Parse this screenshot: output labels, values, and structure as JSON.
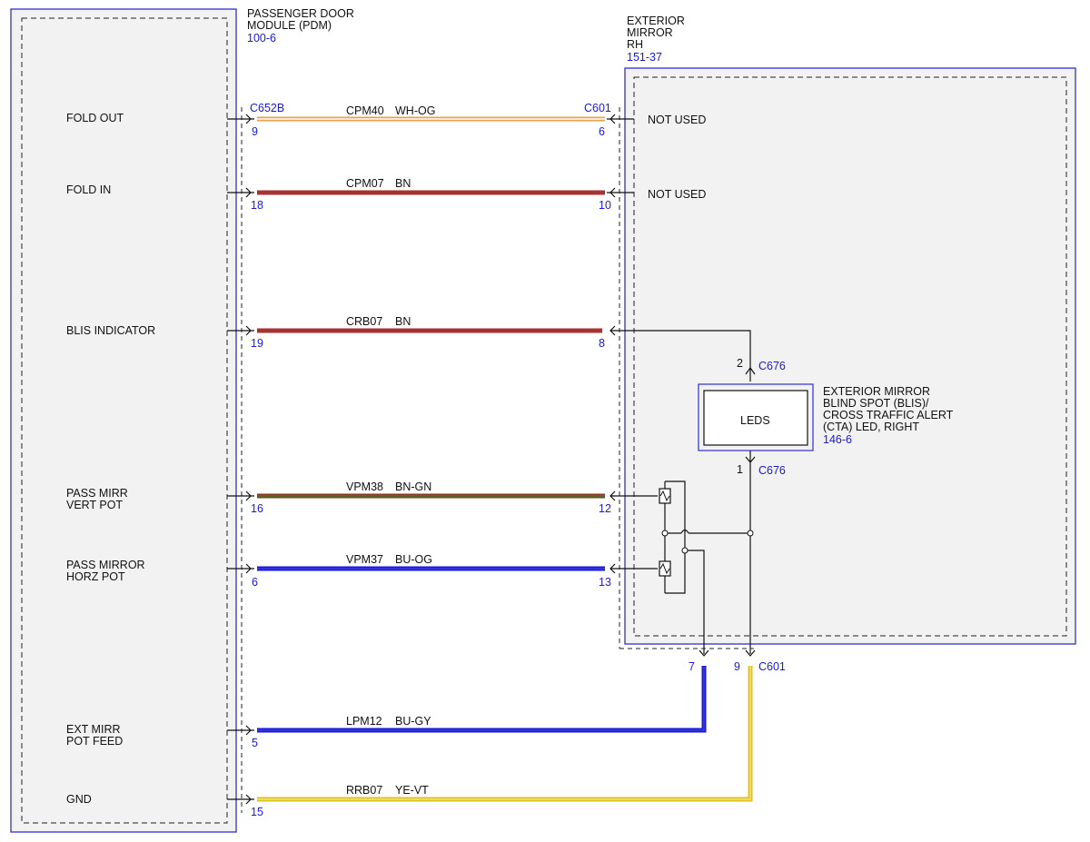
{
  "modules": {
    "pdm": {
      "title_line1": "PASSENGER DOOR",
      "title_line2": "MODULE (PDM)",
      "ref": "100-6"
    },
    "mirror": {
      "title_line1": "EXTERIOR",
      "title_line2": "MIRROR",
      "title_line3": "RH",
      "ref": "151-37"
    },
    "led": {
      "label": "LEDS",
      "title_line1": "EXTERIOR MIRROR",
      "title_line2": "BLIND SPOT (BLIS)/",
      "title_line3": "CROSS TRAFFIC ALERT",
      "title_line4": "(CTA) LED, RIGHT",
      "ref": "146-6"
    }
  },
  "pdm_functions": {
    "fold_out": "FOLD OUT",
    "fold_in": "FOLD IN",
    "blis": "BLIS INDICATOR",
    "vert_line1": "PASS MIRR",
    "vert_line2": "VERT POT",
    "horz_line1": "PASS MIRROR",
    "horz_line2": "HORZ POT",
    "feed_line1": "EXT MIRR",
    "feed_line2": "POT FEED",
    "gnd": "GND"
  },
  "mirror_functions": {
    "fold_out": "NOT USED",
    "fold_in": "NOT USED"
  },
  "connectors": {
    "pdm": "C652B",
    "mirror": "C601",
    "led_top": "C676",
    "led_bottom": "C676",
    "mirror_bottom": "C601"
  },
  "circuits": [
    {
      "id": "fold_out",
      "circuit": "CPM40",
      "color": "WH-OG",
      "pdm_pin": "9",
      "mirror_pin": "6",
      "stroke": "#e8a24a",
      "stripe": "#ffffff"
    },
    {
      "id": "fold_in",
      "circuit": "CPM07",
      "color": "BN",
      "pdm_pin": "18",
      "mirror_pin": "10",
      "stroke": "#a83232"
    },
    {
      "id": "blis",
      "circuit": "CRB07",
      "color": "BN",
      "pdm_pin": "19",
      "mirror_pin": "8",
      "stroke": "#a83232"
    },
    {
      "id": "vert",
      "circuit": "VPM38",
      "color": "BN-GN",
      "pdm_pin": "16",
      "mirror_pin": "12",
      "stroke": "#8a3a22",
      "stripe": "#3e7a2a"
    },
    {
      "id": "horz",
      "circuit": "VPM37",
      "color": "BU-OG",
      "pdm_pin": "6",
      "mirror_pin": "13",
      "stroke": "#1a1ad6",
      "stripe": "#3a3ae8"
    },
    {
      "id": "feed",
      "circuit": "LPM12",
      "color": "BU-GY",
      "pdm_pin": "5",
      "mirror_pin": "7",
      "stroke": "#1a1ad6",
      "stripe": "#3a3ae8"
    },
    {
      "id": "gnd",
      "circuit": "RRB07",
      "color": "YE-VT",
      "pdm_pin": "15",
      "mirror_pin": "9",
      "stroke": "#e0c020",
      "stripe": "#f4e27a"
    }
  ],
  "led_pins": {
    "top": "2",
    "bottom": "1"
  }
}
